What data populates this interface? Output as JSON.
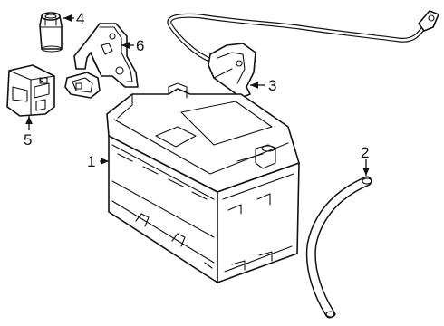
{
  "callouts": {
    "c1": "1",
    "c2": "2",
    "c3": "3",
    "c4": "4",
    "c5": "5",
    "c6": "6"
  },
  "parts": {
    "c1": "battery-icon",
    "c2": "vent-hose-icon",
    "c3": "battery-cable-icon",
    "c4": "fuse-icon",
    "c5": "relay-module-icon",
    "c6": "mounting-bracket-icon"
  }
}
